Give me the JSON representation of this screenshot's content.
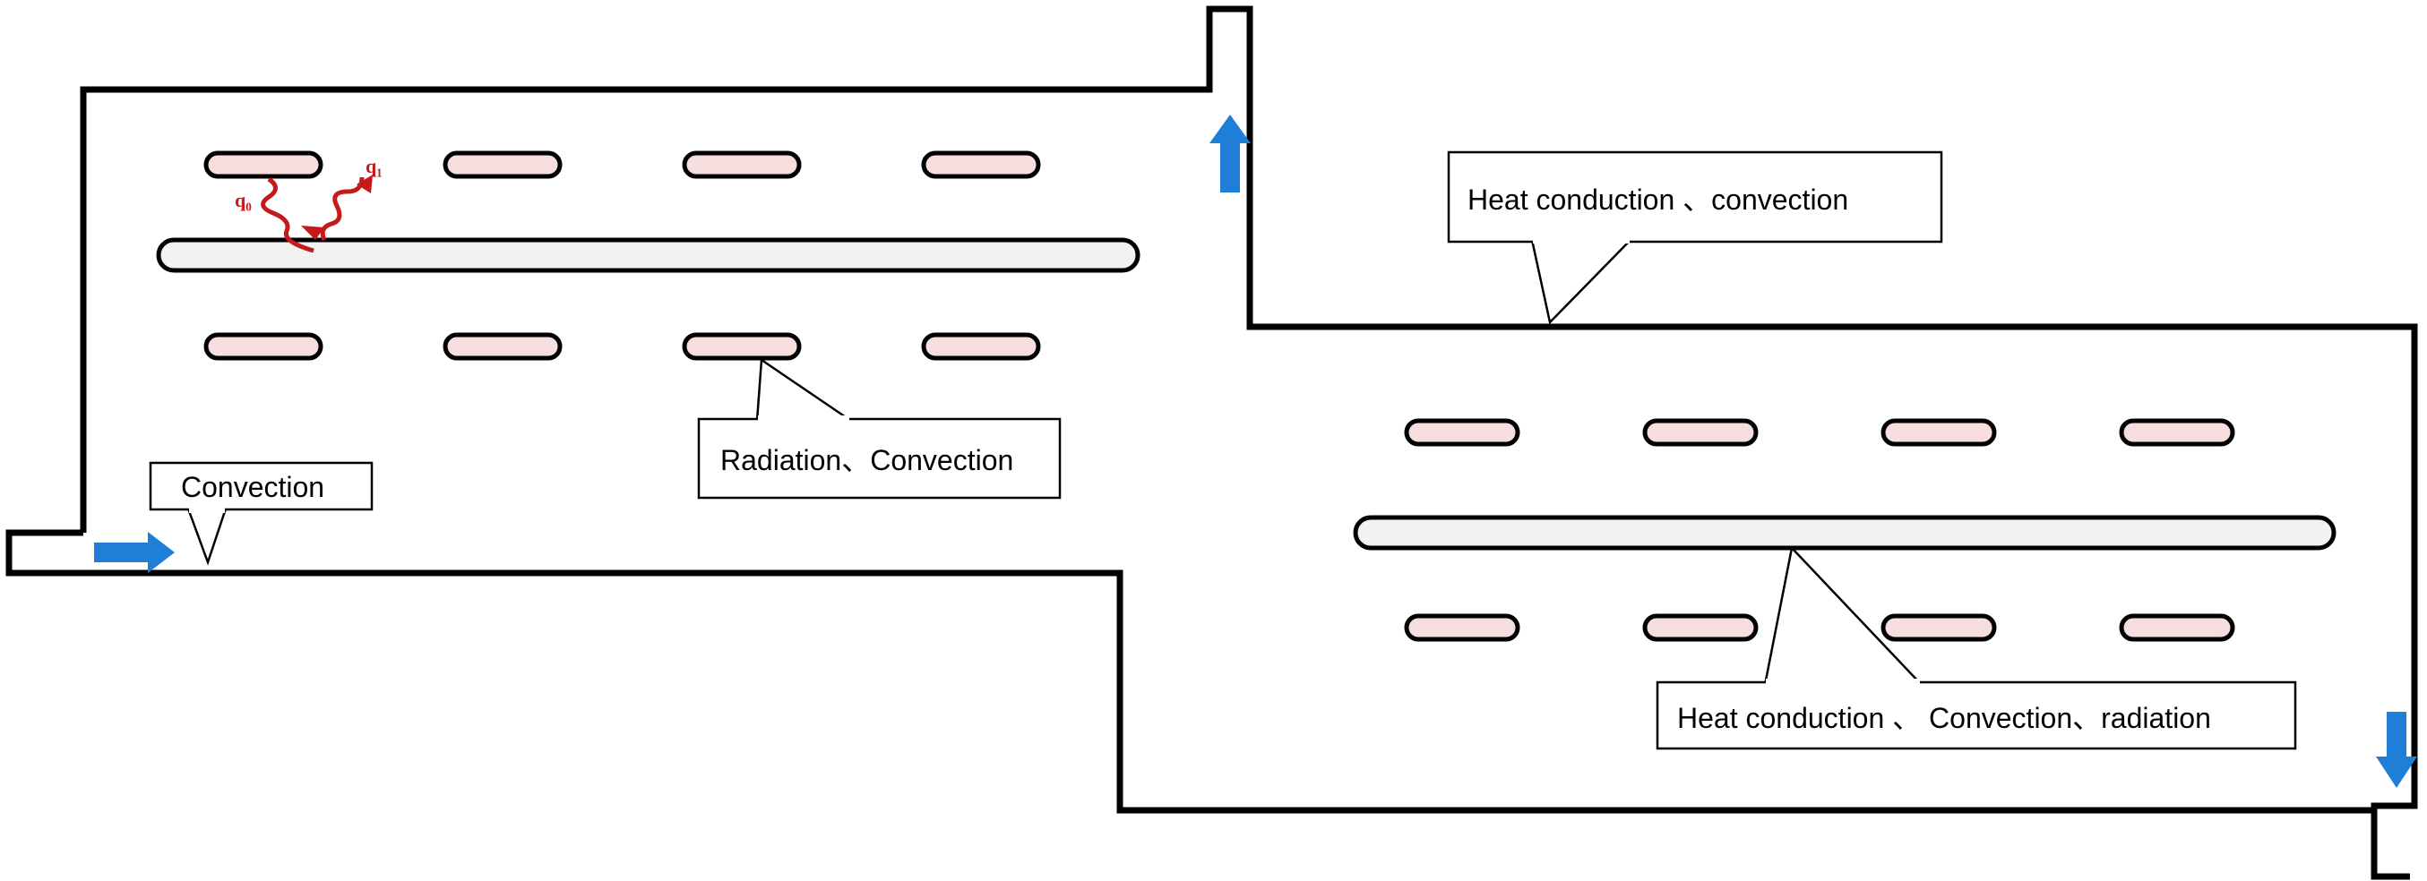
{
  "labels": {
    "heat_conduction_convection": "Heat conduction 、convection",
    "radiation_convection": "Radiation、Convection",
    "convection": "Convection",
    "conduction_convection_radiation": "Heat conduction 、 Convection、radiation"
  },
  "annotations": {
    "q_in": "q₀",
    "q_out": "q₁"
  },
  "colors": {
    "wall": "#000000",
    "heater_fill": "#f6dede",
    "heater_stripe": "#e6a8a8",
    "belt_fill": "#f2f2f2",
    "flow_arrow": "#1f7fd8",
    "heat_flux": "#c41a1a"
  }
}
